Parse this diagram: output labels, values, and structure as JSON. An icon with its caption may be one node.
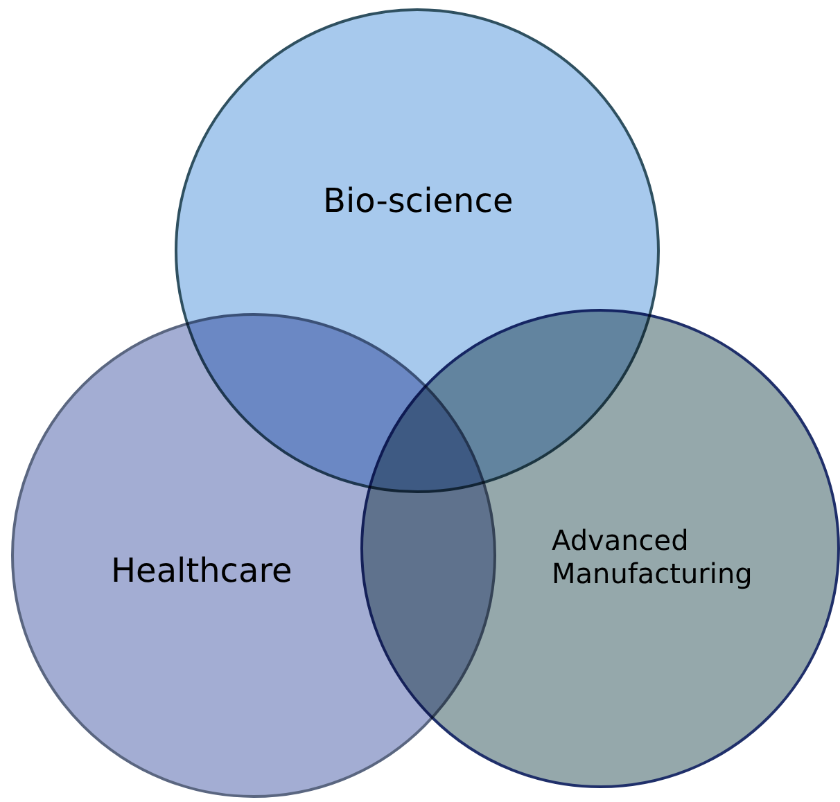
{
  "diagram": {
    "nodes": [
      {
        "text": [
          "Bio-science"
        ]
      },
      {
        "text": [
          "Healthcare"
        ]
      },
      {
        "text": [
          "Advanced Manufacturing"
        ]
      }
    ]
  }
}
